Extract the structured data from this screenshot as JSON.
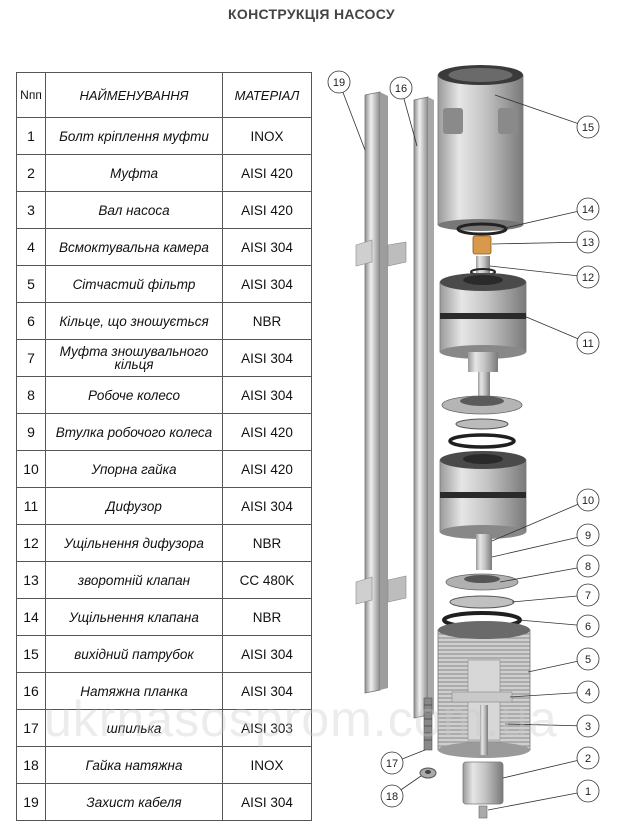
{
  "title": "КОНСТРУКЦІЯ НАСОСУ",
  "table": {
    "headers": {
      "num": "Nпп",
      "name": "НАЙМЕНУВАННЯ",
      "material": "МАТЕРІАЛ"
    },
    "rows": [
      {
        "n": "1",
        "name": "Болт кріплення муфти",
        "material": "INOX"
      },
      {
        "n": "2",
        "name": "Муфта",
        "material": "AISI 420"
      },
      {
        "n": "3",
        "name": "Вал насоса",
        "material": "AISI 420"
      },
      {
        "n": "4",
        "name": "Всмоктувальна камера",
        "material": "AISI 304"
      },
      {
        "n": "5",
        "name": "Сітчастий фільтр",
        "material": "AISI 304"
      },
      {
        "n": "6",
        "name": "Кільце, що зношується",
        "material": "NBR"
      },
      {
        "n": "7",
        "name": "Муфта зношувального кільця",
        "material": "AISI 304"
      },
      {
        "n": "8",
        "name": "Робоче колесо",
        "material": "AISI 304"
      },
      {
        "n": "9",
        "name": "Втулка робочого колеса",
        "material": "AISI 420"
      },
      {
        "n": "10",
        "name": "Упорна гайка",
        "material": "AISI 420"
      },
      {
        "n": "11",
        "name": "Дифузор",
        "material": "AISI 304"
      },
      {
        "n": "12",
        "name": "Ущільнення дифузора",
        "material": "NBR"
      },
      {
        "n": "13",
        "name": "зворотній клапан",
        "material": "CC 480K"
      },
      {
        "n": "14",
        "name": "Ущільнення клапана",
        "material": "NBR"
      },
      {
        "n": "15",
        "name": "вихідний патрубок",
        "material": "AISI 304"
      },
      {
        "n": "16",
        "name": "Натяжна планка",
        "material": "AISI 304"
      },
      {
        "n": "17",
        "name": "шпилька",
        "material": "AISI 303"
      },
      {
        "n": "18",
        "name": "Гайка натяжна",
        "material": "INOX"
      },
      {
        "n": "19",
        "name": "Захист кабеля",
        "material": "AISI 304"
      }
    ]
  },
  "callouts": [
    "19",
    "16",
    "15",
    "14",
    "13",
    "12",
    "11",
    "10",
    "9",
    "8",
    "7",
    "6",
    "5",
    "4",
    "3",
    "2",
    "1",
    "17",
    "18"
  ],
  "watermark": "ukrnasosprom.com.ua",
  "colors": {
    "metal_light": "#d8d8d8",
    "metal_dark": "#8a8a8a",
    "ring": "#2a2a2a",
    "valve": "#d89a4a"
  }
}
